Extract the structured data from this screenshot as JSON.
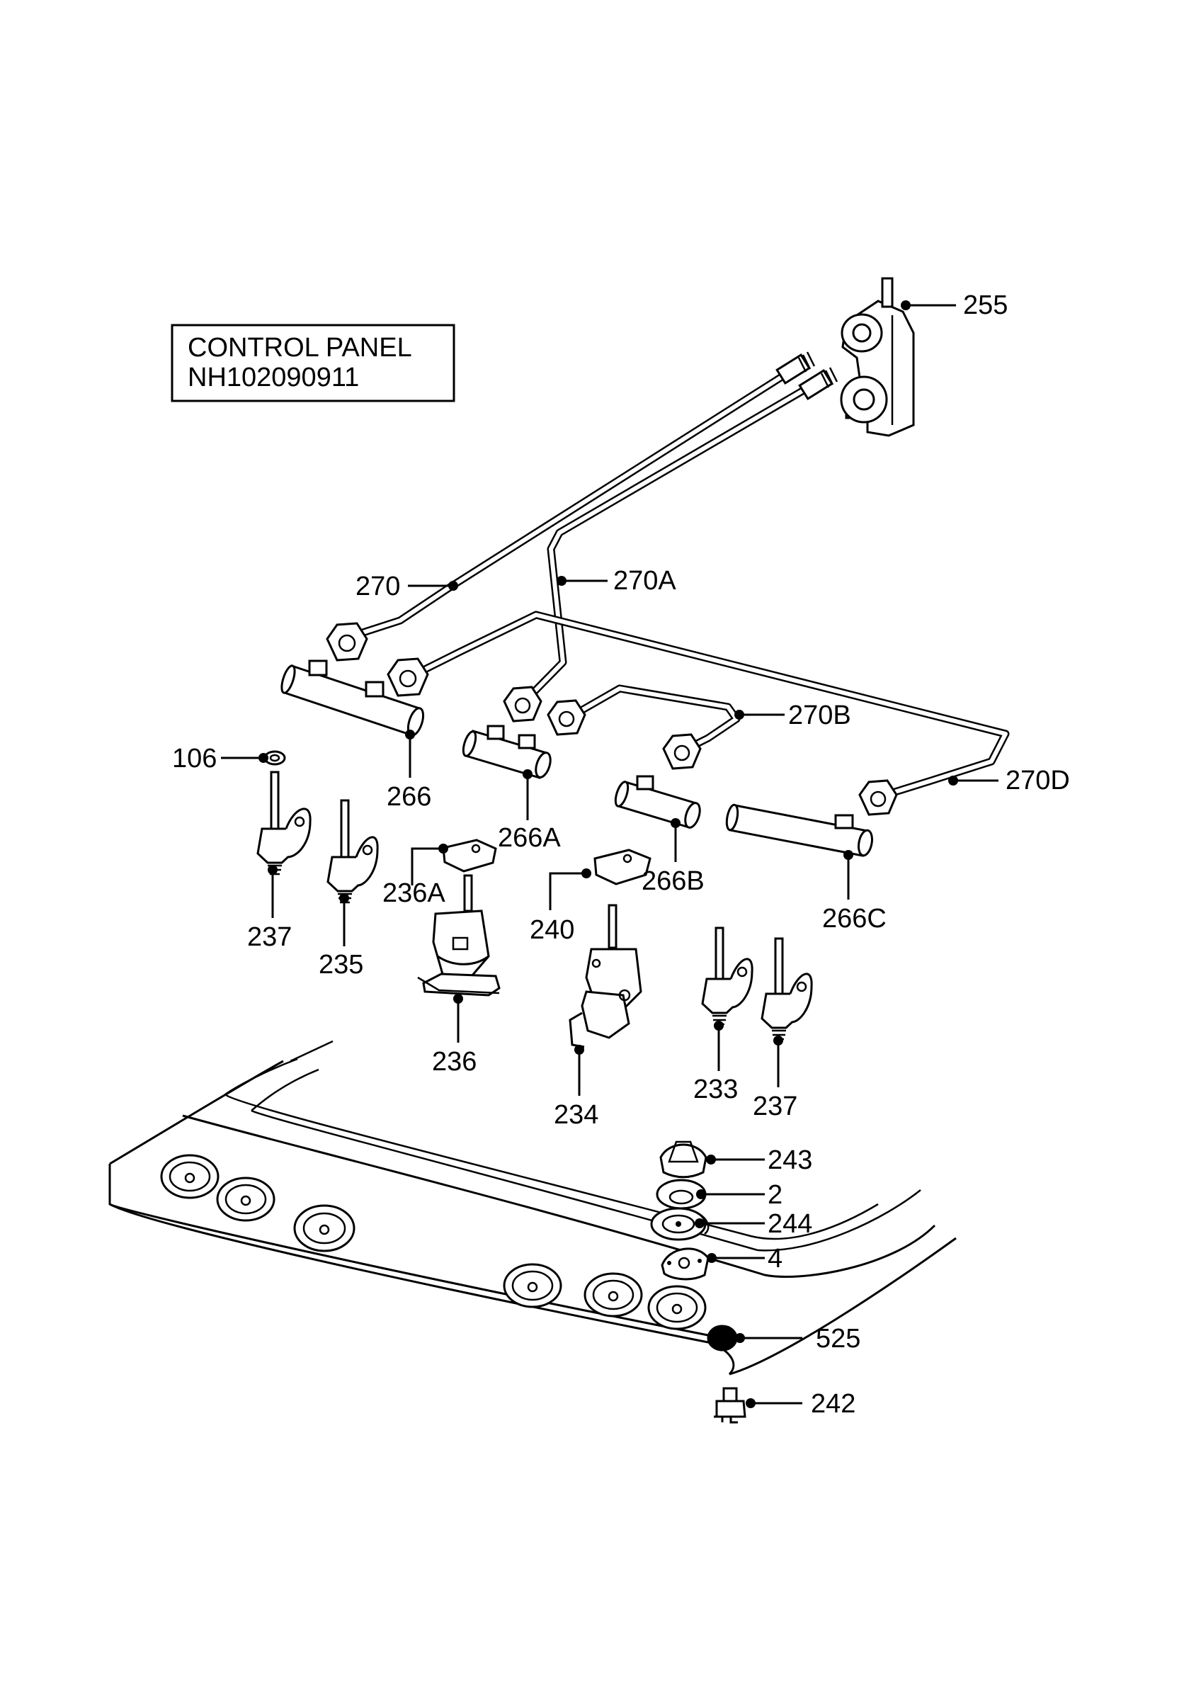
{
  "title_box": {
    "line1": "CONTROL PANEL",
    "line2": "NH102090911"
  },
  "callouts": [
    {
      "id": "255",
      "label": "255"
    },
    {
      "id": "270",
      "label": "270"
    },
    {
      "id": "270A",
      "label": "270A"
    },
    {
      "id": "270B",
      "label": "270B"
    },
    {
      "id": "270D",
      "label": "270D"
    },
    {
      "id": "106",
      "label": "106"
    },
    {
      "id": "266",
      "label": "266"
    },
    {
      "id": "266A",
      "label": "266A"
    },
    {
      "id": "266B",
      "label": "266B"
    },
    {
      "id": "266C",
      "label": "266C"
    },
    {
      "id": "236A",
      "label": "236A"
    },
    {
      "id": "240",
      "label": "240"
    },
    {
      "id": "237a",
      "label": "237"
    },
    {
      "id": "235",
      "label": "235"
    },
    {
      "id": "236",
      "label": "236"
    },
    {
      "id": "234",
      "label": "234"
    },
    {
      "id": "233",
      "label": "233"
    },
    {
      "id": "237b",
      "label": "237"
    },
    {
      "id": "243",
      "label": "243"
    },
    {
      "id": "2",
      "label": "2"
    },
    {
      "id": "244",
      "label": "244"
    },
    {
      "id": "4",
      "label": "4"
    },
    {
      "id": "525",
      "label": "525"
    },
    {
      "id": "242",
      "label": "242"
    }
  ]
}
